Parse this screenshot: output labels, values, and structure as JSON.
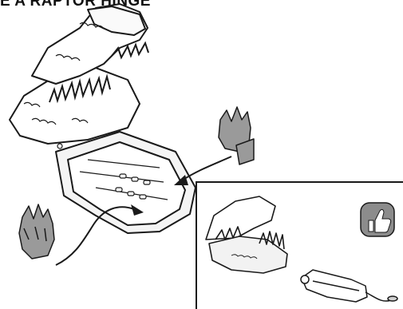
{
  "header": {
    "title_fragment": "E A RAPTOR HINGE"
  },
  "illustration": {
    "main_subject": "dinosaur-head-shoe-assembly",
    "parts": [
      "teeth-piece-right",
      "teeth-piece-left"
    ],
    "inset": {
      "subject": "assembled-dino-shoe",
      "extra": "tagged-cord"
    },
    "badge_icon": "thumbs-up-icon",
    "colors": {
      "ink": "#1a1a1a",
      "part_grey": "#9a9a9a",
      "badge_grey": "#8c8c8c",
      "paper": "#ffffff"
    }
  }
}
